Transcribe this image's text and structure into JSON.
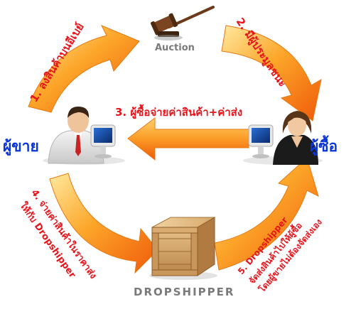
{
  "labels": {
    "seller": "ผู้ขาย",
    "buyer": "ผู้ซื้อ",
    "auction": "Auction",
    "dropshipper": "DROPSHIPPER"
  },
  "steps": {
    "step1": "1. ลงสินค้าบนอีเบย์",
    "step2": "2. มีผู้ประมูลชนะ",
    "step3": "3. ผู้ซื้อจ่ายค่าสินค้า+ค่าส่ง",
    "step4_line1": "4. จ่ายค่าสินค้าในราคาส่ง",
    "step4_line2": "ให้กับ Dropshipper",
    "step5_line1": "5. Dropshipper",
    "step5_line2": "จัดส่งสินค้าไปให้ผู้ซื้อ",
    "step5_line3": "โดยผู้ขายไม่ต้องจัดส่งเอง"
  },
  "colors": {
    "arrow_light": "#ffd36a",
    "arrow_dark": "#f26a0c",
    "step_text": "#e8141c",
    "role_text": "#0a35d8"
  },
  "icons": {
    "auction": "gavel-icon",
    "seller": "male-person-computer-icon",
    "buyer": "female-person-computer-icon",
    "dropshipper": "wooden-crate-icon"
  }
}
